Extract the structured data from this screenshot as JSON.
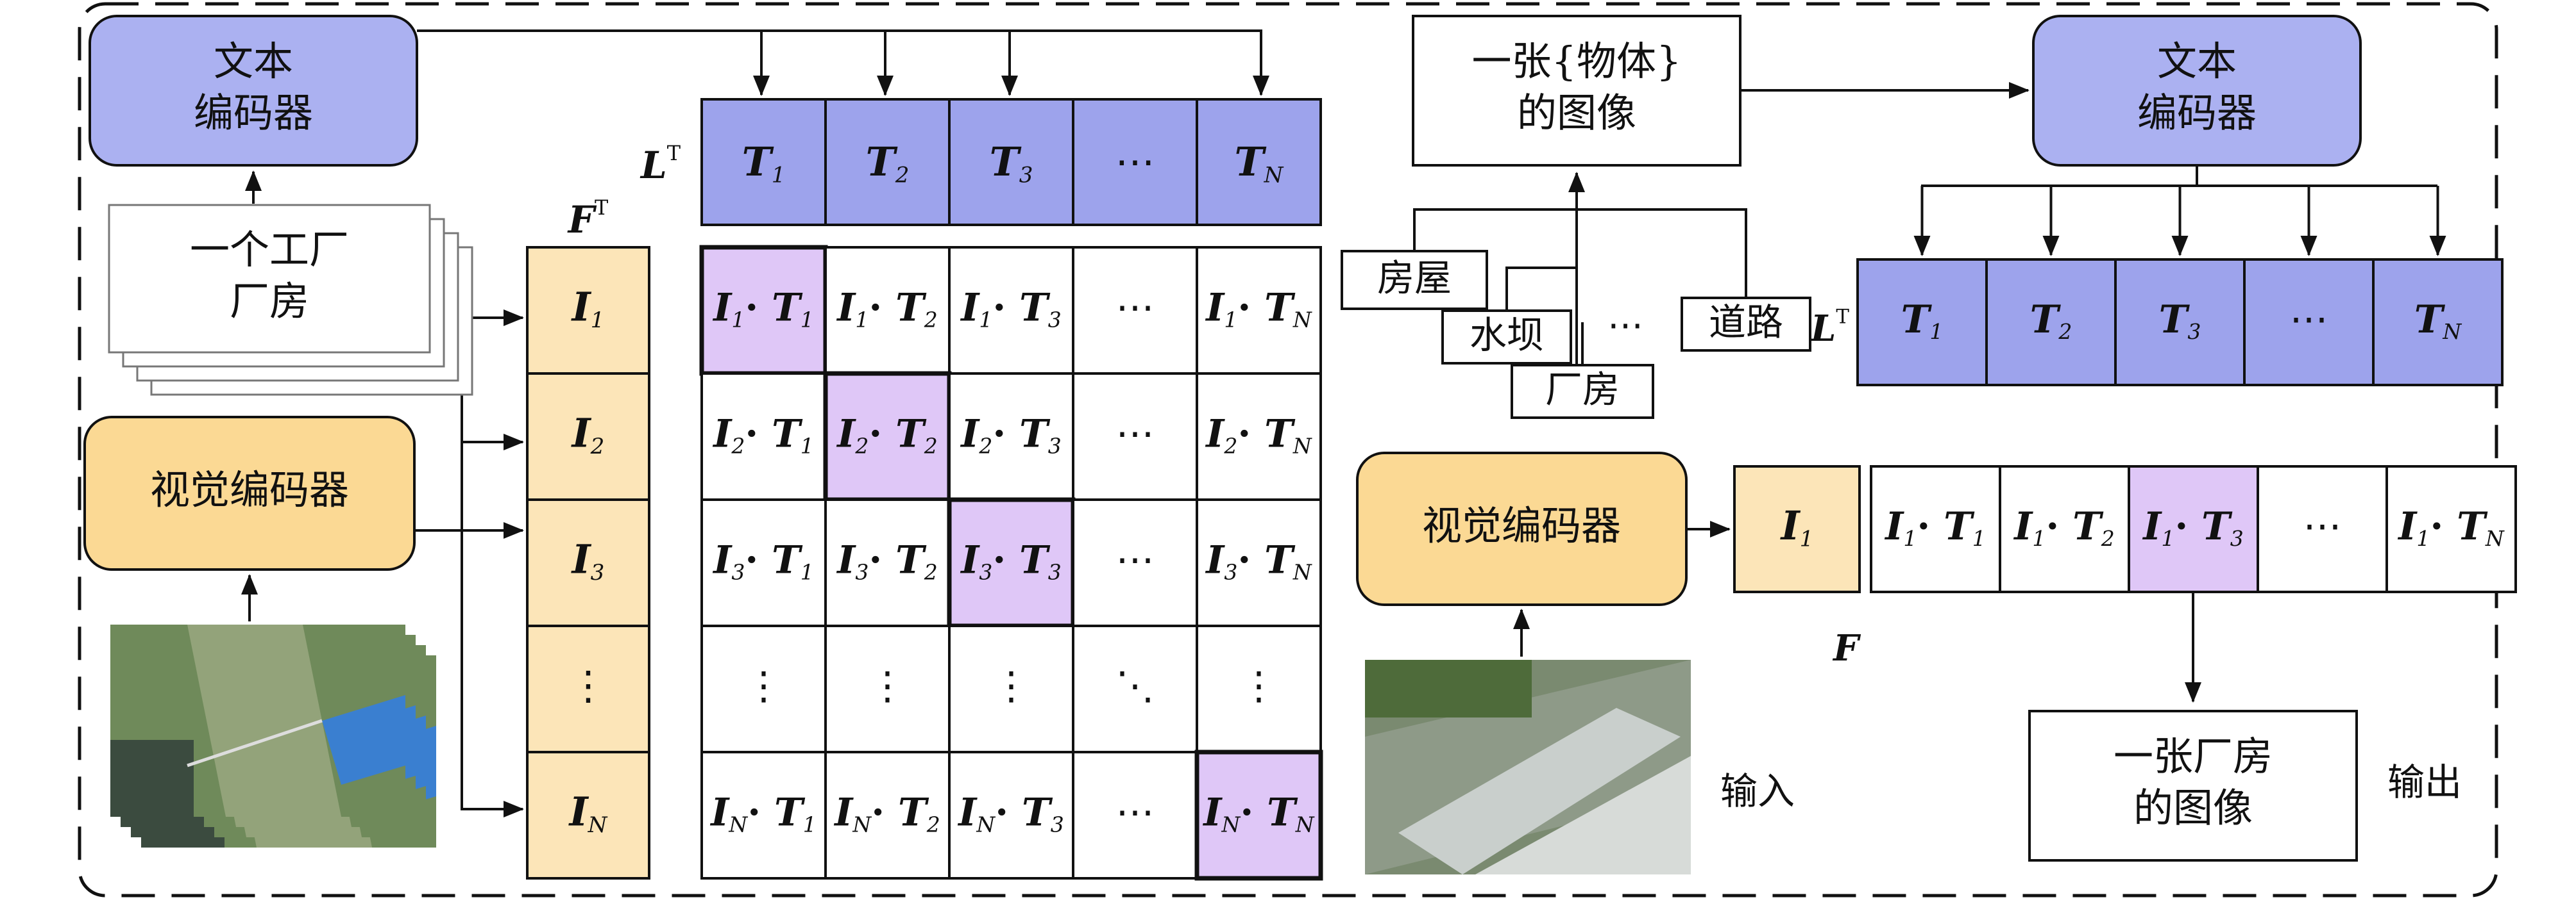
{
  "colors": {
    "encoder_blue": "#abb1f1",
    "encoder_orange": "#fbd994",
    "cell_orange": "#fce5b8",
    "cell_blue": "#9da3ec",
    "highlight_purple": "#dfc7f7",
    "line": "#111111"
  },
  "left": {
    "text_encoder": [
      "文本",
      "编码器"
    ],
    "text_input": [
      "一个工厂",
      "厂房"
    ],
    "visual_encoder": "视觉编码器",
    "image_stack": "aerial-river-image",
    "feature_label": {
      "base": "F",
      "sup": "T"
    },
    "text_feature_label": {
      "base": "L",
      "sup": "T"
    },
    "image_features": [
      {
        "base": "I",
        "sub": "1"
      },
      {
        "base": "I",
        "sub": "2"
      },
      {
        "base": "I",
        "sub": "3"
      },
      {
        "text": "⋮"
      },
      {
        "base": "I",
        "sub": "N"
      }
    ],
    "text_features": [
      {
        "base": "T",
        "sub": "1"
      },
      {
        "base": "T",
        "sub": "2"
      },
      {
        "base": "T",
        "sub": "3"
      },
      {
        "text": "⋯"
      },
      {
        "base": "T",
        "sub": "N"
      }
    ],
    "matrix_row_subs": [
      "1",
      "2",
      "3",
      null,
      "N"
    ],
    "matrix_col_subs": [
      "1",
      "2",
      "3",
      null,
      "N"
    ],
    "ellipsis_h": "⋯",
    "ellipsis_v": "⋮",
    "ellipsis_d": "⋱"
  },
  "right": {
    "prompt_box": [
      "一张{物体}",
      "的图像"
    ],
    "text_encoder": [
      "文本",
      "编码器"
    ],
    "categories": [
      "房屋",
      "水坝",
      "⋯",
      "道路",
      "厂房"
    ],
    "text_feature_label": {
      "base": "L",
      "sup": "T"
    },
    "text_features": [
      {
        "base": "T",
        "sub": "1"
      },
      {
        "base": "T",
        "sub": "2"
      },
      {
        "base": "T",
        "sub": "3"
      },
      {
        "text": "⋯"
      },
      {
        "base": "T",
        "sub": "N"
      }
    ],
    "visual_encoder": "视觉编码器",
    "image_feature": {
      "base": "I",
      "sub": "1"
    },
    "feature_label": {
      "base": "F"
    },
    "scores_col_subs": [
      "2",
      "3",
      null,
      "N"
    ],
    "input_label": "输入",
    "output_label": "输出",
    "output_box": [
      "一张厂房",
      "的图像"
    ],
    "input_image": "aerial-greenhouse-image"
  }
}
